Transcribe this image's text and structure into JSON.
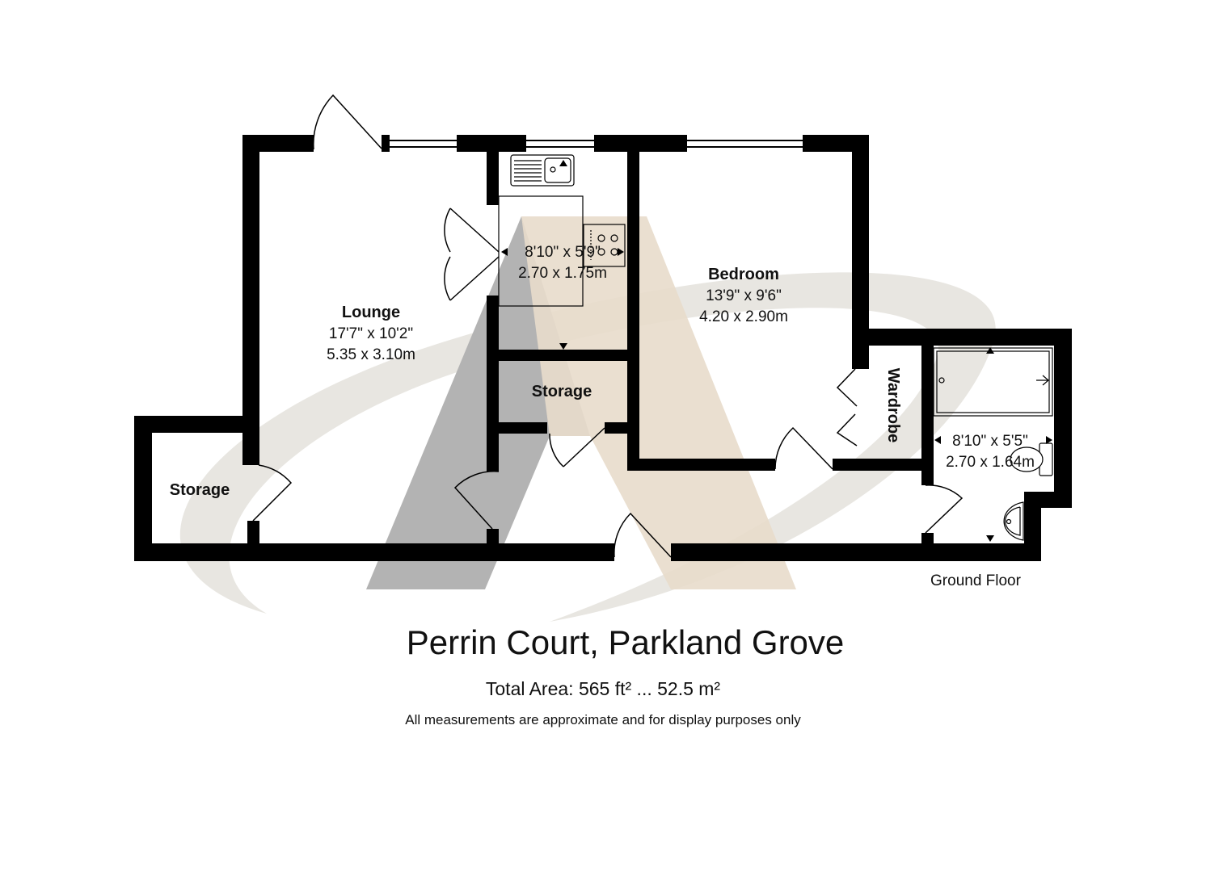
{
  "property": {
    "title": "Perrin Court, Parkland Grove",
    "total_area": "Total Area: 565 ft² ... 52.5 m²",
    "disclaimer": "All measurements are approximate and for display purposes only",
    "floor_label": "Ground Floor"
  },
  "rooms": {
    "lounge": {
      "name": "Lounge",
      "imperial": "17'7\" x 10'2\"",
      "metric": "5.35 x 3.10m"
    },
    "kitchen": {
      "imperial": "8'10\" x 5'9\"",
      "metric": "2.70 x 1.75m"
    },
    "bedroom": {
      "name": "Bedroom",
      "imperial": "13'9\" x 9'6\"",
      "metric": "4.20 x 2.90m"
    },
    "storage_left": {
      "name": "Storage"
    },
    "storage_center": {
      "name": "Storage"
    },
    "wardrobe": {
      "name": "Wardrobe"
    },
    "bathroom": {
      "imperial": "8'10\" x 5'5\"",
      "metric": "2.70 x 1.64m"
    }
  },
  "colors": {
    "wall": "#000000",
    "watermark_gray": "#b3b3b3",
    "watermark_tan": "#e8dccb",
    "watermark_swoosh": "#e4e2dc"
  }
}
